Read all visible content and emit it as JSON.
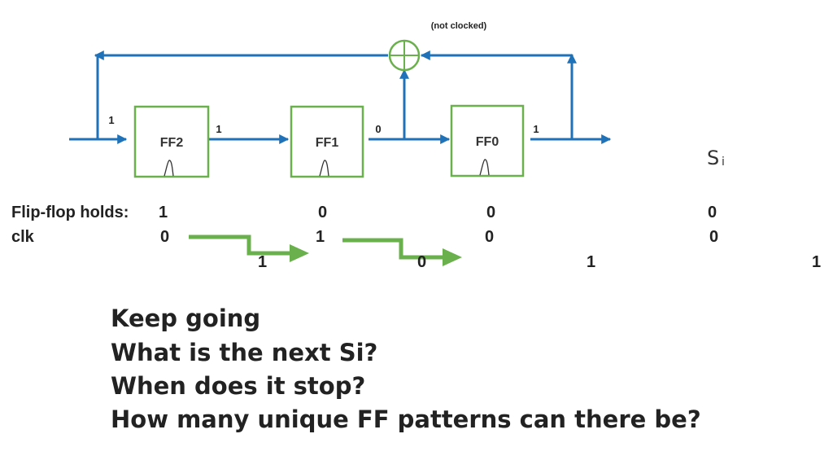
{
  "diagram": {
    "note": "(not clocked)",
    "flip_flops": [
      "FF2",
      "FF1",
      "FF0"
    ],
    "wire_values": {
      "input": "1",
      "ff2_to_ff1": "1",
      "ff1_to_ff0": "0",
      "ff0_out": "1"
    },
    "output_label": "S",
    "output_subscript": "i"
  },
  "table": {
    "holds_label": "Flip-flop holds:",
    "clk_label": "clk",
    "holds_values": [
      "1",
      "0",
      "0",
      "0"
    ],
    "clk_values": [
      "0",
      "1",
      "0",
      "0"
    ],
    "bottom_values": [
      "1",
      "0",
      "1",
      "1"
    ]
  },
  "questions": [
    "Keep going",
    "What is the next Si?",
    "When does it stop?",
    "How many unique FF patterns can there be?"
  ]
}
